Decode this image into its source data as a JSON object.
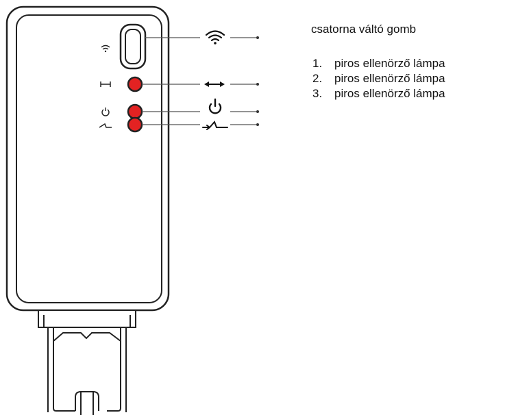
{
  "labels": {
    "channel_button": "csatorna váltó gomb",
    "lamps": [
      {
        "number": "1.",
        "text": "piros ellenörző lámpa"
      },
      {
        "number": "2.",
        "text": "piros ellenörző lámpa"
      },
      {
        "number": "3.",
        "text": "piros ellenörző lámpa"
      }
    ]
  },
  "icons": {
    "button": "wifi-icon",
    "lamp_1": "double-arrow-icon",
    "lamp_2": "power-icon",
    "lamp_3": "valve-icon"
  },
  "colors": {
    "lamp_fill": "#e32222",
    "outline": "#222222",
    "leader_line": "#555555"
  }
}
